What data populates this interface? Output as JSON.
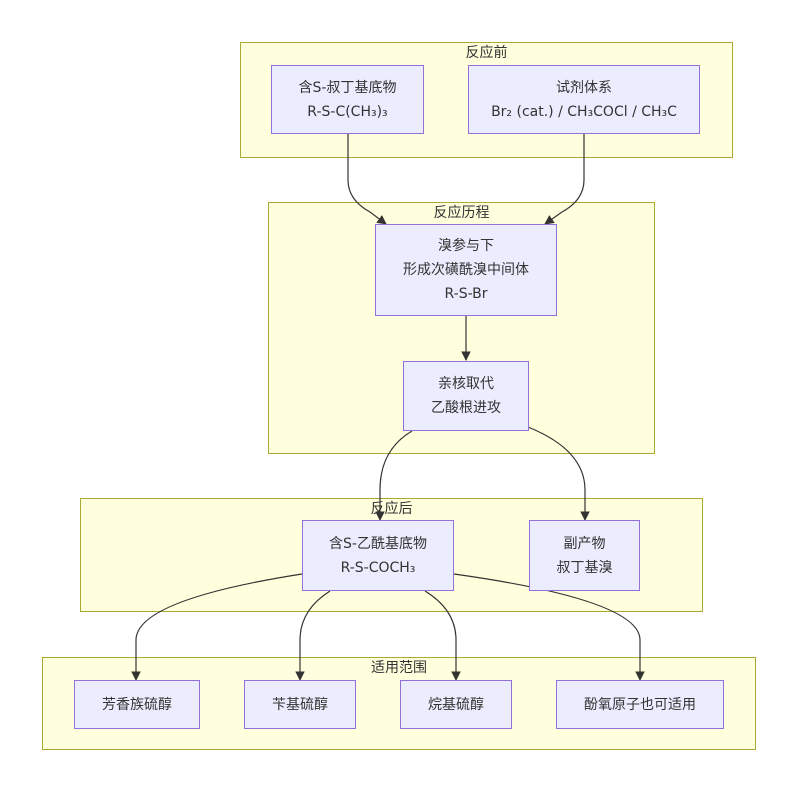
{
  "clusters": {
    "before": {
      "title": "反应前"
    },
    "process": {
      "title": "反应历程"
    },
    "after": {
      "title": "反应后"
    },
    "scope": {
      "title": "适用范围"
    }
  },
  "nodes": {
    "substrate": {
      "line1": "含S-叔丁基底物",
      "line2": "R-S-C(CH₃)₃"
    },
    "reagents": {
      "line1": "试剂体系",
      "line2": "Br₂ (cat.) / CH₃COCl / CH₃C"
    },
    "bromine": {
      "line1": "溴参与下",
      "line2": "形成次磺酰溴中间体",
      "line3": "R-S-Br"
    },
    "substitution": {
      "line1": "亲核取代",
      "line2": "乙酸根进攻"
    },
    "product": {
      "line1": "含S-乙酰基底物",
      "line2": "R-S-COCH₃"
    },
    "byproduct": {
      "line1": "副产物",
      "line2": "叔丁基溴"
    },
    "aromatic": {
      "line1": "芳香族硫醇"
    },
    "benzyl": {
      "line1": "苄基硫醇"
    },
    "alkyl": {
      "line1": "烷基硫醇"
    },
    "phenol": {
      "line1": "酚氧原子也可适用"
    }
  },
  "colors": {
    "cluster_fill": "#ffffde",
    "cluster_border": "#aaaa33",
    "node_fill": "#ececff",
    "node_border": "#9370db",
    "edge": "#333333",
    "text": "#333333"
  }
}
